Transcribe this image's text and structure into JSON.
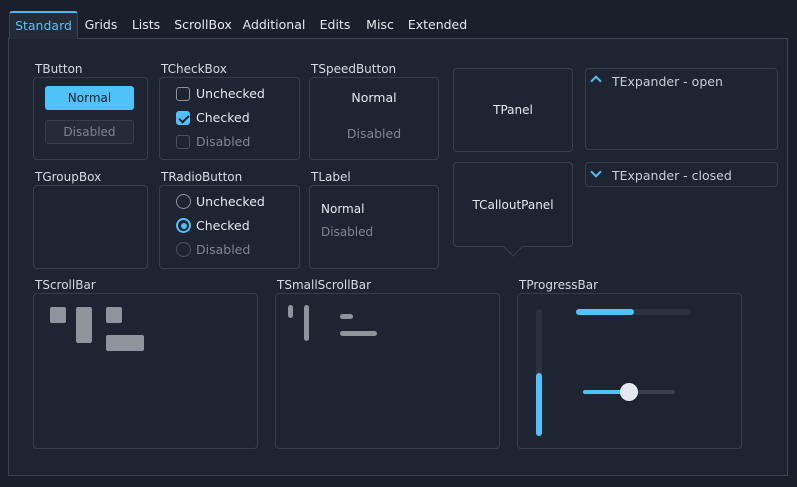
{
  "tabs": [
    {
      "label": "Standard",
      "active": true
    },
    {
      "label": "Grids"
    },
    {
      "label": "Lists"
    },
    {
      "label": "ScrollBox"
    },
    {
      "label": "Additional"
    },
    {
      "label": "Edits"
    },
    {
      "label": "Misc"
    },
    {
      "label": "Extended"
    }
  ],
  "tbutton": {
    "caption": "TButton",
    "normal": "Normal",
    "disabled": "Disabled"
  },
  "tcheckbox": {
    "caption": "TCheckBox",
    "items": [
      "Unchecked",
      "Checked",
      "Disabled"
    ]
  },
  "tspeedbutton": {
    "caption": "TSpeedButton",
    "normal": "Normal",
    "disabled": "Disabled"
  },
  "tpanel": {
    "label": "TPanel"
  },
  "texpander_open": {
    "label": "TExpander - open"
  },
  "texpander_closed": {
    "label": "TExpander - closed"
  },
  "tgroupbox": {
    "caption": "TGroupBox"
  },
  "tradiobutton": {
    "caption": "TRadioButton",
    "items": [
      "Unchecked",
      "Checked",
      "Disabled"
    ]
  },
  "tlabel": {
    "caption": "TLabel",
    "normal": "Normal",
    "disabled": "Disabled"
  },
  "tcalloutpanel": {
    "label": "TCalloutPanel"
  },
  "tscrollbar": {
    "caption": "TScrollBar"
  },
  "tsmallscrollbar": {
    "caption": "TSmallScrollBar"
  },
  "tprogressbar": {
    "caption": "TProgressBar",
    "horizontal_progress": 0.5,
    "vertical_progress": 0.5,
    "trackbar_position": 0.5
  },
  "colors": {
    "accent": "#4fc3f7",
    "background": "#1a1f2b",
    "panel": "#1e2432",
    "border": "#363e4d"
  }
}
